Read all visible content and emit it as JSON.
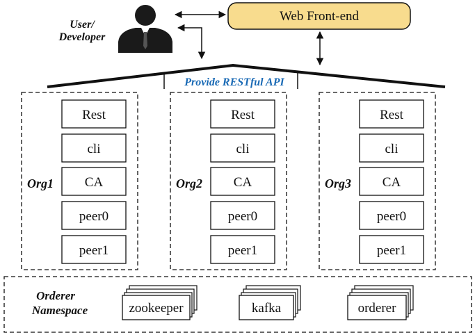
{
  "actor": {
    "line1": "User/",
    "line2": "Developer",
    "icon": "user-silhouette-icon"
  },
  "frontend": {
    "label": "Web Front-end",
    "fill": "#f8dc8e"
  },
  "api": {
    "label": "Provide RESTful API",
    "color": "#1a6ab5"
  },
  "orgs": [
    {
      "name": "Org1",
      "components": [
        "Rest",
        "cli",
        "CA",
        "peer0",
        "peer1"
      ]
    },
    {
      "name": "Org2",
      "components": [
        "Rest",
        "cli",
        "CA",
        "peer0",
        "peer1"
      ]
    },
    {
      "name": "Org3",
      "components": [
        "Rest",
        "cli",
        "CA",
        "peer0",
        "peer1"
      ]
    }
  ],
  "orderer": {
    "line1": "Orderer",
    "line2": "Namespace",
    "services": [
      "zookeeper",
      "kafka",
      "orderer"
    ]
  }
}
